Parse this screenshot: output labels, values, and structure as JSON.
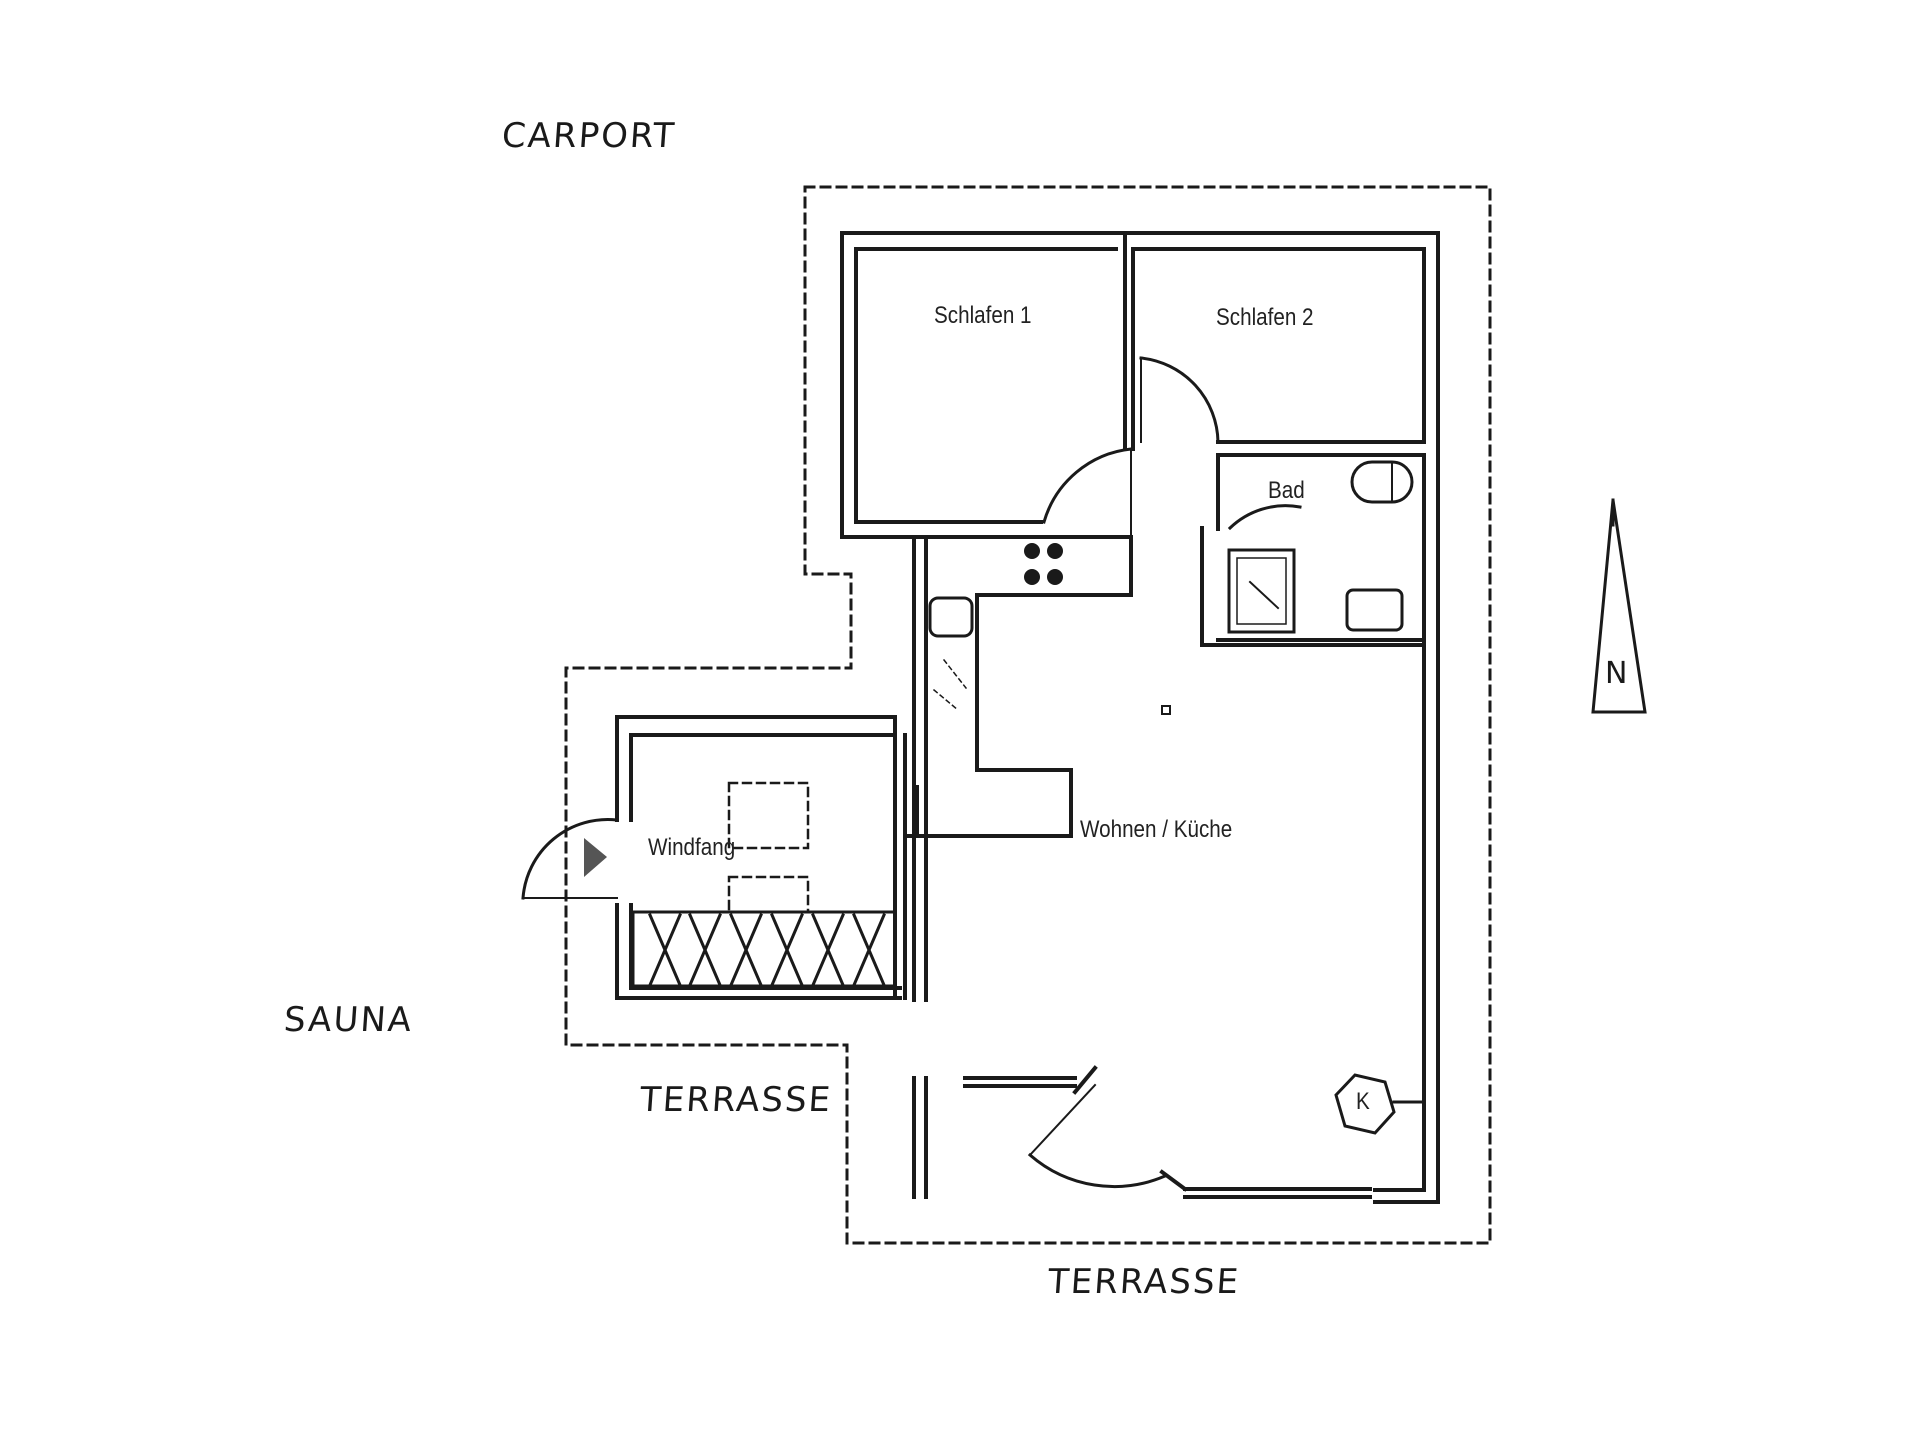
{
  "labels": {
    "carport": "CARPORT",
    "sauna": "SAUNA",
    "terrasse_left": "TERRASSE",
    "terrasse_bottom": "TERRASSE"
  },
  "rooms": {
    "schlafen1": "Schlafen 1",
    "schlafen2": "Schlafen 2",
    "bad": "Bad",
    "windfang": "Windfang",
    "wohnen": "Wohnen / Küche"
  },
  "compass": {
    "letter": "N"
  },
  "symbols": {
    "stove": "stove-icon",
    "fireplace_mark": "K"
  },
  "colors": {
    "ink": "#1a1a1a",
    "paper": "#ffffff"
  }
}
